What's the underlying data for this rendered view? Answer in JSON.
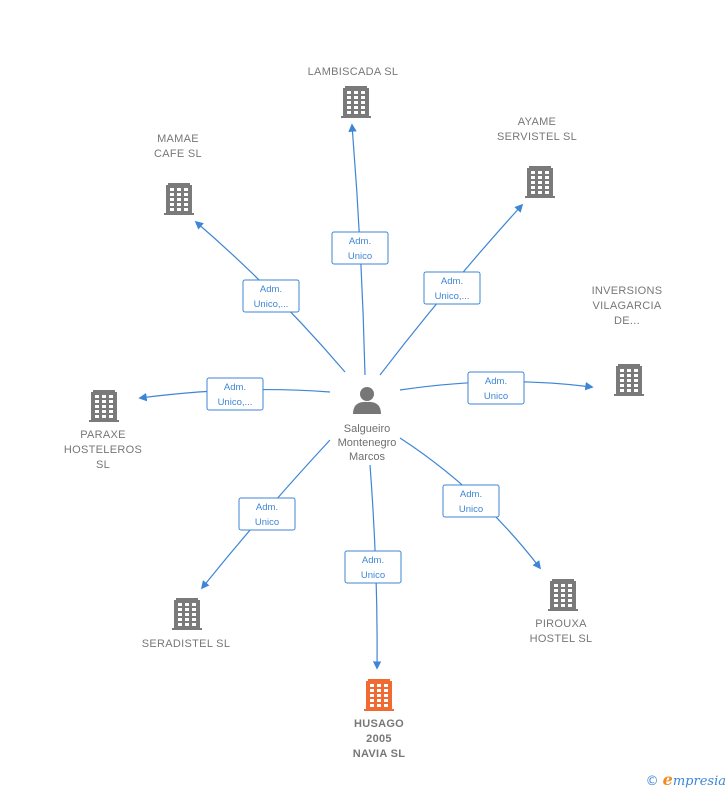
{
  "colors": {
    "edge": "#3d86d6",
    "building": "#7a7a7a",
    "building_highlight": "#f06b34",
    "person": "#777777"
  },
  "center": {
    "name_lines": [
      "Salgueiro",
      "Montenegro",
      "Marcos"
    ],
    "icon": "person-icon"
  },
  "companies": [
    {
      "id": "lambiscada",
      "name_lines": [
        "LAMBISCADA SL"
      ],
      "role_lines": [
        "Adm.",
        "Unico"
      ],
      "icon": "building-icon",
      "highlight": false
    },
    {
      "id": "ayame",
      "name_lines": [
        "AYAME",
        "SERVISTEL  SL"
      ],
      "role_lines": [
        "Adm.",
        "Unico,..."
      ],
      "icon": "building-icon",
      "highlight": false
    },
    {
      "id": "inversions",
      "name_lines": [
        "INVERSIONS",
        "VILAGARCIA",
        "DE..."
      ],
      "role_lines": [
        "Adm.",
        "Unico"
      ],
      "icon": "building-icon",
      "highlight": false
    },
    {
      "id": "pirouxa",
      "name_lines": [
        "PIROUXA",
        "HOSTEL SL"
      ],
      "role_lines": [
        "Adm.",
        "Unico"
      ],
      "icon": "building-icon",
      "highlight": false
    },
    {
      "id": "husago",
      "name_lines": [
        "HUSAGO",
        "2005",
        "NAVIA  SL"
      ],
      "role_lines": [
        "Adm.",
        "Unico"
      ],
      "icon": "building-icon",
      "highlight": true
    },
    {
      "id": "seradistel",
      "name_lines": [
        "SERADISTEL SL"
      ],
      "role_lines": [
        "Adm.",
        "Unico"
      ],
      "icon": "building-icon",
      "highlight": false
    },
    {
      "id": "paraxe",
      "name_lines": [
        "PARAXE",
        "HOSTELEROS",
        "SL"
      ],
      "role_lines": [
        "Adm.",
        "Unico,..."
      ],
      "icon": "building-icon",
      "highlight": false
    },
    {
      "id": "mamae",
      "name_lines": [
        "MAMAE",
        "CAFE  SL"
      ],
      "role_lines": [
        "Adm.",
        "Unico,..."
      ],
      "icon": "building-icon",
      "highlight": false
    }
  ],
  "footer": {
    "copyright_symbol": "©",
    "brand_initial": "e",
    "brand_rest": "mpresia"
  }
}
